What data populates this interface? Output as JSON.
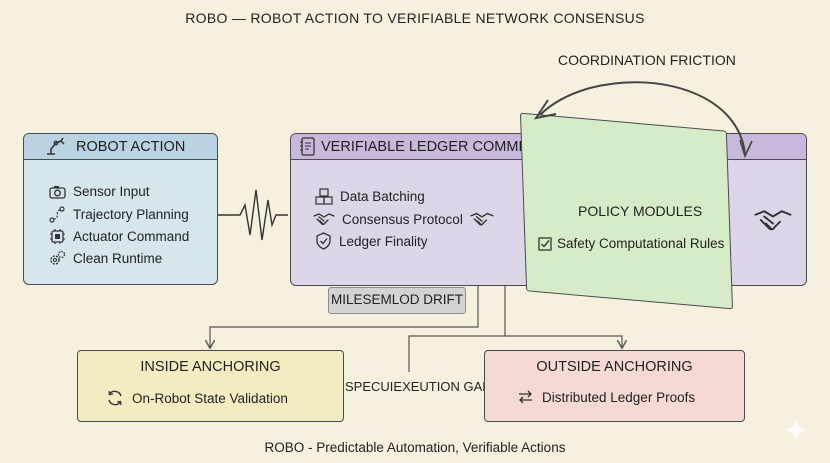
{
  "title": "ROBO — ROBOT ACTION TO VERIFIABLE NETWORK CONSENSUS",
  "footer": "ROBO - Predictable Automation, Verifiable Actions",
  "robot_action": {
    "title": "ROBOT ACTION",
    "icon": "robot-arm-icon",
    "items": [
      {
        "label": "Sensor Input",
        "icon": "camera-icon"
      },
      {
        "label": "Trajectory Planning",
        "icon": "path-icon"
      },
      {
        "label": "Actuator Command",
        "icon": "chip-icon"
      },
      {
        "label": "Clean Runtime",
        "icon": "gears-icon"
      }
    ]
  },
  "ledger": {
    "title": "VERIFIABLE LEDGER COMMITMENT",
    "icon": "notebook-icon",
    "items": [
      {
        "label": "Data Batching",
        "icon": "boxes-icon"
      },
      {
        "label": "Consensus Protocol",
        "icon": "handshake-icon"
      },
      {
        "label": "Ledger Finality",
        "icon": "shield-check-icon"
      }
    ]
  },
  "drift_label": "MILESEMLOD DRIFT",
  "policy": {
    "title": "POLICY MODULES",
    "rule": "Safety Computational Rules",
    "rule_icon": "checkbox-icon"
  },
  "coordination_label": "COORDINATION FRICTION",
  "inside": {
    "title": "INSIDE ANCHORING",
    "item": "On-Robot State Validation",
    "icon": "refresh-icon"
  },
  "outside": {
    "title": "OUTSIDE ANCHORING",
    "item": "Distributed Ledger Proofs",
    "icon": "swap-icon"
  },
  "gap_label": "SPECUIEXEUTION GAP",
  "colors": {
    "background": "#f6f1df",
    "robot_panel": "#d7e6ec",
    "ledger_panel": "#ddd5e8",
    "policy_panel": "#d6ecc9",
    "inside_panel": "#f3ecc2",
    "outside_panel": "#f4d9d5"
  }
}
